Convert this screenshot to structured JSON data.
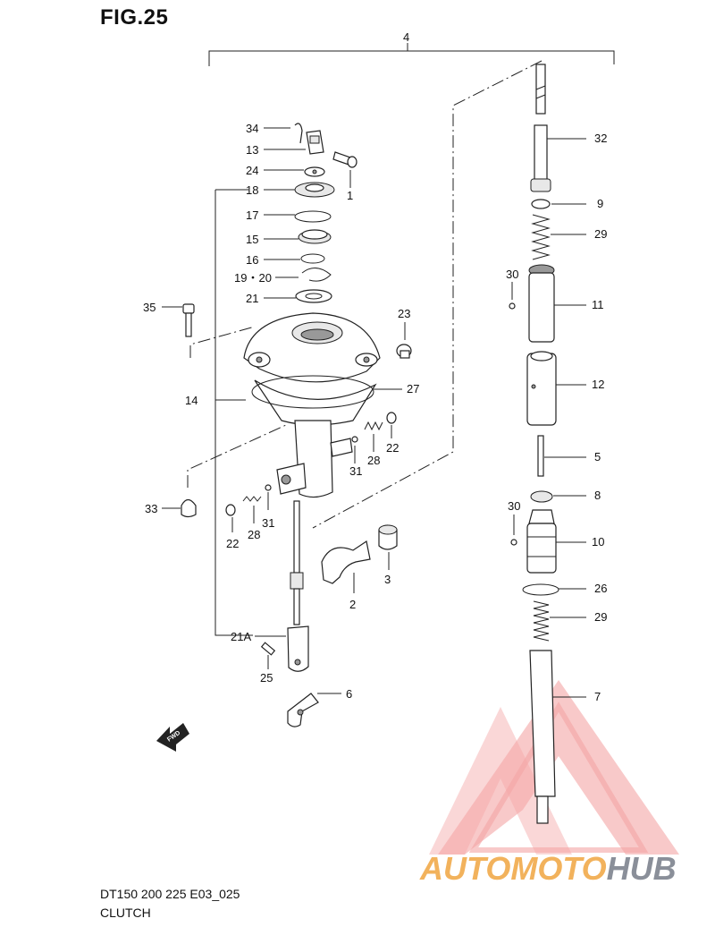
{
  "figure": {
    "title": "FIG.25"
  },
  "footer": {
    "code": "DT150 200 225 E03_025",
    "name": "CLUTCH"
  },
  "watermark": {
    "text_orange": "AUTOMOTO",
    "text_gray": "HUB",
    "color_orange": "#f2b25c",
    "color_gray": "#8a8f99",
    "color_triangle": "#f08080"
  },
  "callouts": {
    "c4": "4",
    "c34": "34",
    "c13": "13",
    "c24": "24",
    "c1": "1",
    "c18": "18",
    "c17": "17",
    "c15": "15",
    "c16": "16",
    "c19_20": "19・20",
    "c21": "21",
    "c35": "35",
    "c23": "23",
    "c14": "14",
    "c27": "27",
    "c22a": "22",
    "c31a": "31",
    "c28a": "28",
    "c33": "33",
    "c22b": "22",
    "c28b": "28",
    "c31b": "31",
    "c3": "3",
    "c2": "2",
    "c21A": "21A",
    "c25": "25",
    "c6": "6",
    "c32": "32",
    "c9": "9",
    "c29a": "29",
    "c30a": "30",
    "c11": "11",
    "c12": "12",
    "c5": "5",
    "c8": "8",
    "c30b": "30",
    "c10": "10",
    "c26": "26",
    "c29b": "29",
    "c7": "7",
    "fwd": "FWD"
  }
}
